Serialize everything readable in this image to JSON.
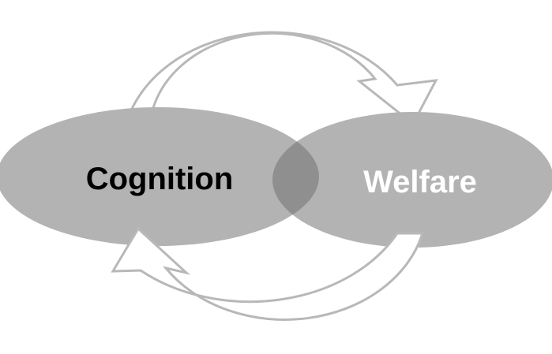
{
  "nodes": {
    "cognition": {
      "label": "Cognition",
      "text_color": "#000000"
    },
    "welfare": {
      "label": "Welfare",
      "text_color": "#ffffff"
    }
  },
  "colors": {
    "ellipse_fill": "#b3b3b3",
    "overlap_fill": "#8f8f8f",
    "arrow_fill": "#ffffff",
    "arrow_stroke": "#b8b8b8",
    "background": "#ffffff"
  },
  "arrows": [
    {
      "from": "cognition",
      "to": "welfare",
      "direction": "clockwise-top"
    },
    {
      "from": "welfare",
      "to": "cognition",
      "direction": "clockwise-bottom"
    }
  ]
}
